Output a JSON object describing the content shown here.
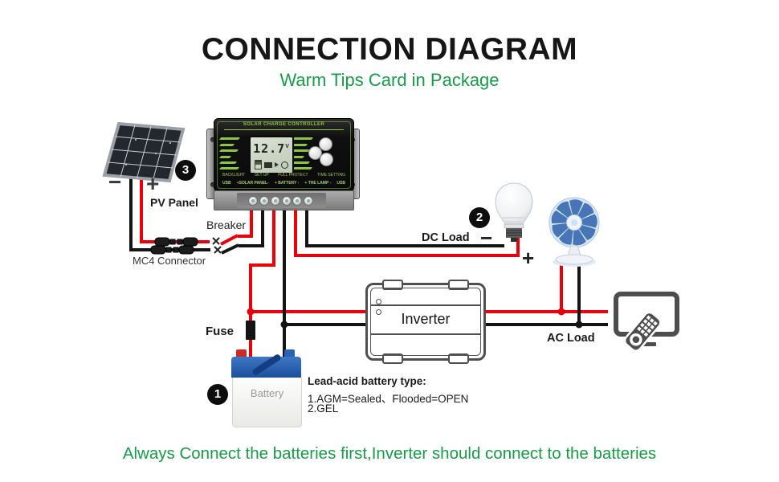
{
  "header": {
    "title": "CONNECTION DIAGRAM",
    "subtitle": "Warm Tips Card in Package"
  },
  "footer": {
    "warning": "Always Connect the batteries first,Inverter should connect to the batteries"
  },
  "steps": [
    {
      "number": "1",
      "target": "Battery"
    },
    {
      "number": "2",
      "target": "DC Load"
    },
    {
      "number": "3",
      "target": "PV Panel"
    }
  ],
  "components": {
    "pv_panel": {
      "label": "PV Panel",
      "minus": "−",
      "plus": "+"
    },
    "breaker": {
      "label": "Breaker"
    },
    "mc4": {
      "label": "MC4 Connector"
    },
    "controller": {
      "name": "SOLAR CHARGE CONTROLLER",
      "display_voltage": "12.7",
      "display_unit": "V",
      "function_labels": [
        "BACKLIGHT",
        "SET UP",
        "FULL PROTECT",
        "TIME SETTING"
      ],
      "terminal_labels": [
        "USB",
        "+SOLAR PANEL-",
        "+ BATTERY -",
        "+ THE LAMP -",
        "USB"
      ]
    },
    "dc_load": {
      "label": "DC Load",
      "minus": "−",
      "plus": "+"
    },
    "fuse": {
      "label": "Fuse"
    },
    "battery": {
      "label": "Battery",
      "note_title": "Lead-acid battery type:",
      "note_line1": "1.AGM=Sealed、Flooded=OPEN",
      "note_line2": "2.GEL"
    },
    "inverter": {
      "label": "Inverter"
    },
    "ac_load": {
      "label": "AC Load"
    }
  },
  "colors": {
    "accent_green": "#149e46",
    "wire_red": "#e8000b",
    "wire_black": "#141414",
    "controller_green": "#8dc63f",
    "battery_blue": "#2458a8",
    "fan_blue": "#3b6db3"
  }
}
